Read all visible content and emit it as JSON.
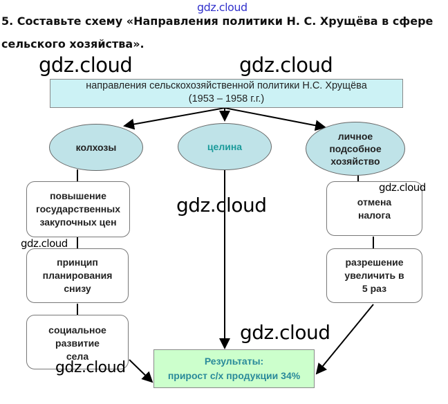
{
  "watermarks": {
    "top": "gdz.cloud",
    "big1": "gdz.cloud",
    "big2": "gdz.cloud",
    "mid": "gdz.cloud",
    "right_small": "gdz.cloud",
    "left_small": "gdz.cloud",
    "bottom_mid": "gdz.cloud",
    "bottom_left": "gdz.cloud"
  },
  "heading": {
    "line1": "5. Составьте схему «Направления политики Н. С. Хрущёва в сфере",
    "line2": "сельского хозяйства»."
  },
  "scheme": {
    "title_line1": "направления сельскохозяйственной политики Н.С. Хрущёва",
    "title_line2": "(1953 – 1958 г.г.)",
    "branches": [
      "колхозы",
      "целина",
      "личное подсобное хозяйство"
    ],
    "kolkhoz_items": [
      "повышение государственных закупочных цен",
      "принцип планирования снизу",
      "социальное развитие села"
    ],
    "private_items": [
      "отмена налога",
      "разрешение увеличить в 5 раз"
    ],
    "result_line1": "Результаты:",
    "result_line2": "прирост с/х продукции 34%"
  },
  "colors": {
    "box": "#ccf2f5",
    "ellipse": "#bfe3e8",
    "result": "#ccffcc",
    "accent": "#1a9a9a"
  }
}
